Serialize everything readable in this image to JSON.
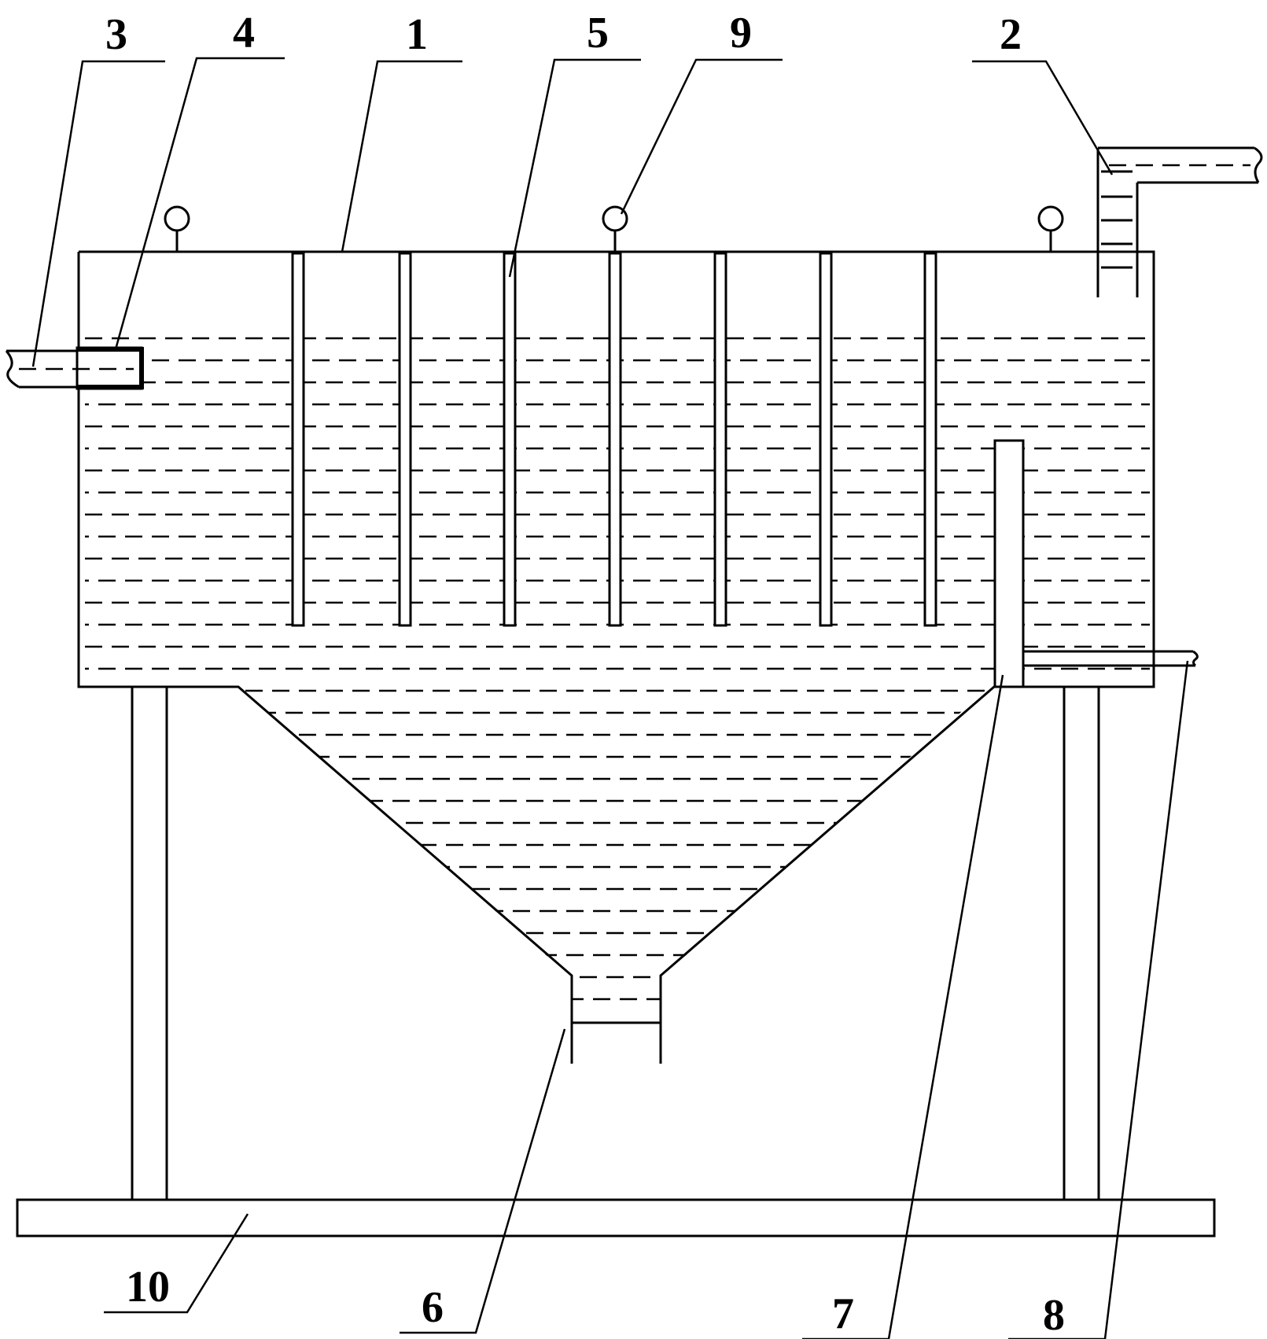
{
  "callouts": [
    {
      "id": "c3",
      "text": "3"
    },
    {
      "id": "c4",
      "text": "4"
    },
    {
      "id": "c1",
      "text": "1"
    },
    {
      "id": "c5",
      "text": "5"
    },
    {
      "id": "c9",
      "text": "9"
    },
    {
      "id": "c2",
      "text": "2"
    },
    {
      "id": "c10",
      "text": "10"
    },
    {
      "id": "c6",
      "text": "6"
    },
    {
      "id": "c7",
      "text": "7"
    },
    {
      "id": "c8",
      "text": "8"
    }
  ],
  "colors": {
    "line": "#000000",
    "background": "#ffffff"
  }
}
